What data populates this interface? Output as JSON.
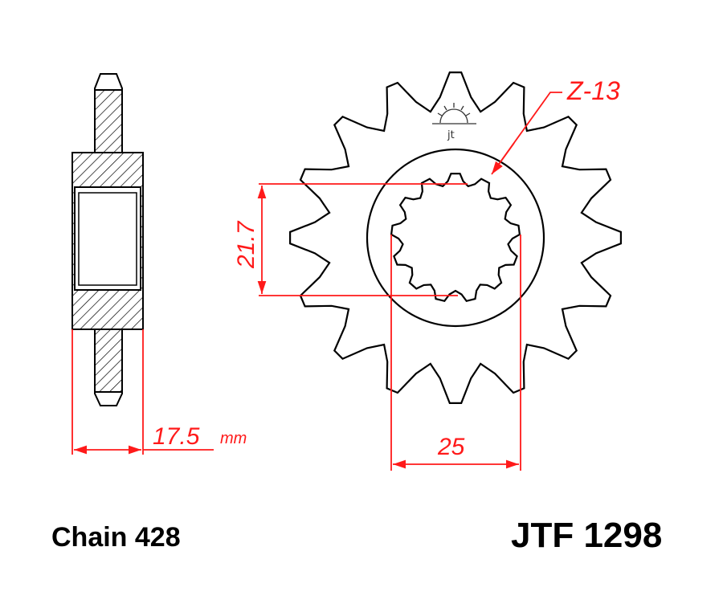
{
  "drawing": {
    "spline_teeth_label": "Z-13",
    "inner_height_label": "21.7",
    "spline_width_label": "25",
    "thickness_value": "17.5",
    "thickness_unit": "mm",
    "chain_label": "Chain 428",
    "part_number": "JTF 1298",
    "outline_color": "#000000",
    "dimension_color": "#ff1a1a"
  }
}
